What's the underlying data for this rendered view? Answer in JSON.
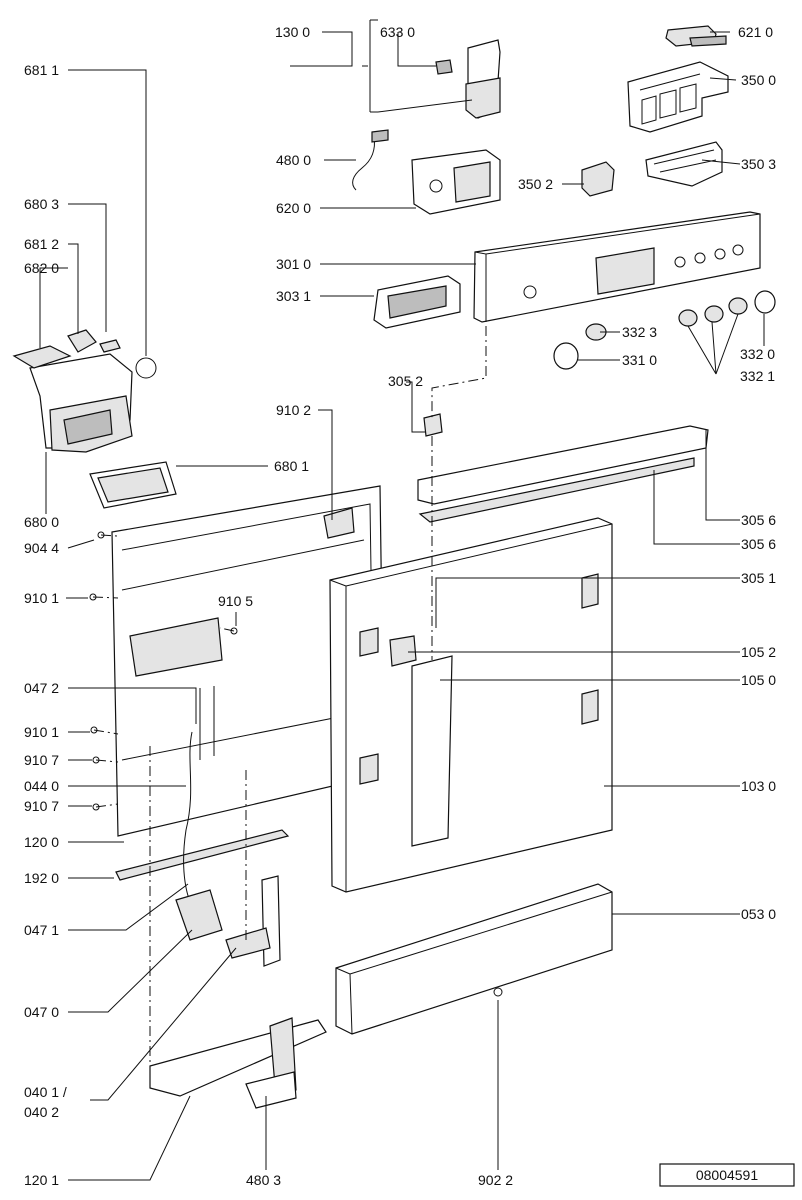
{
  "labels": {
    "l1300": "130 0",
    "l6330": "633 0",
    "l6210": "621 0",
    "l3500": "350 0",
    "l6811": "681 1",
    "l4800": "480 0",
    "l3502": "350 2",
    "l3503": "350 3",
    "l6200": "620 0",
    "l6803": "680 3",
    "l6812": "681 2",
    "l6820": "682 0",
    "l3010": "301 0",
    "l3031": "303 1",
    "l3323": "332 3",
    "l3310": "331 0",
    "l3320": "332 0",
    "l3321": "332 1",
    "l3052": "305 2",
    "l9102": "910 2",
    "l6801": "680 1",
    "l6800": "680 0",
    "l9044": "904 4",
    "l3056a": "305 6",
    "l3056b": "305 6",
    "l9101a": "910 1",
    "l9105": "910 5",
    "l3051": "305 1",
    "l1052": "105 2",
    "l0472": "047 2",
    "l1050": "105 0",
    "l9101b": "910 1",
    "l9107a": "910 7",
    "l0440": "044 0",
    "l9107b": "910 7",
    "l1030": "103 0",
    "l1200": "120 0",
    "l1920": "192 0",
    "l0530": "053 0",
    "l0471": "047 1",
    "l0470": "047 0",
    "l0401": "040 1 /",
    "l0402": "040 2",
    "l1201": "120 1",
    "l4803": "480 3",
    "l9022": "902 2",
    "docref": "08004591"
  }
}
